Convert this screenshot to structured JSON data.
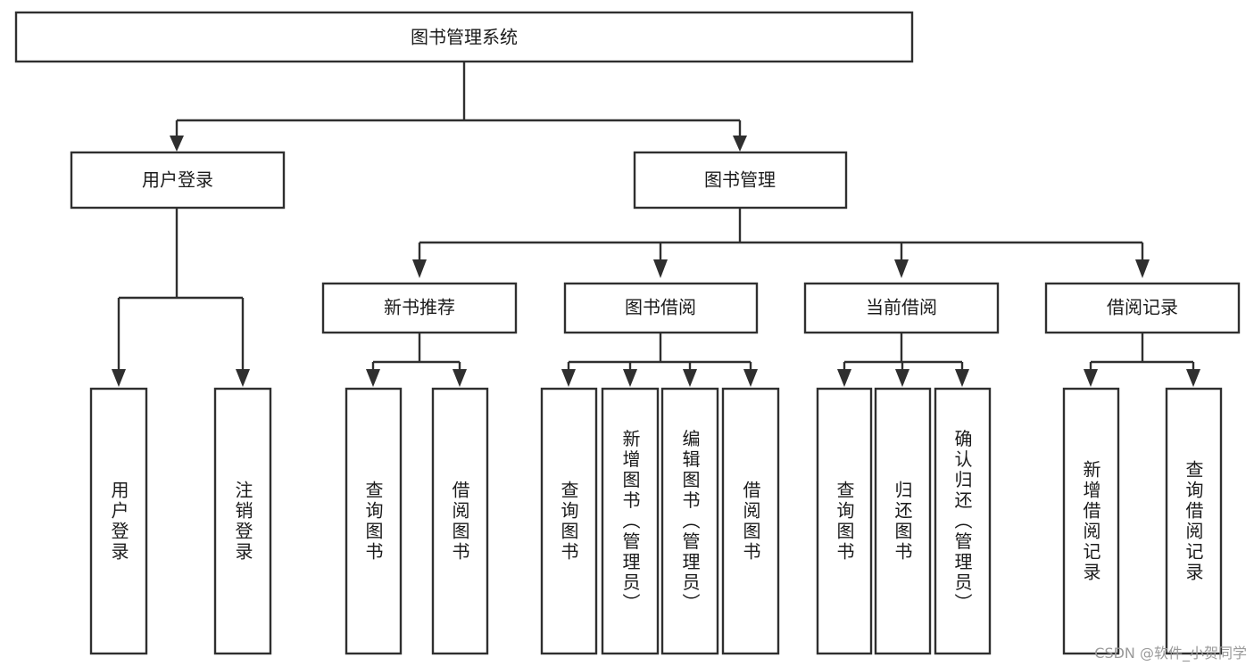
{
  "diagram": {
    "title": "图书管理系统",
    "type": "hierarchy-tree",
    "watermark": "CSDN @软件_小贺同学",
    "colors": {
      "stroke": "#2f2f2f",
      "fill": "#ffffff",
      "text": "#1b1b1b",
      "watermark": "#9a9a9a",
      "background": "#ffffff"
    },
    "levels": {
      "root": "图书管理系统",
      "level2": [
        "用户登录",
        "图书管理"
      ],
      "level3": [
        "新书推荐",
        "图书借阅",
        "当前借阅",
        "借阅记录"
      ]
    },
    "nodes": {
      "root": {
        "label": "图书管理系统"
      },
      "user_login": {
        "label": "用户登录"
      },
      "book_manage": {
        "label": "图书管理"
      },
      "new_book_rec": {
        "label": "新书推荐"
      },
      "book_borrow": {
        "label": "图书借阅"
      },
      "current_borrow": {
        "label": "当前借阅"
      },
      "borrow_record": {
        "label": "借阅记录"
      },
      "leaf_user_login": {
        "label": "用户登录"
      },
      "leaf_user_logout": {
        "label": "注销登录"
      },
      "leaf_rec_query_book": {
        "label": "查询图书"
      },
      "leaf_rec_borrow_book": {
        "label": "借阅图书"
      },
      "leaf_borrow_query_book": {
        "label": "查询图书"
      },
      "leaf_borrow_add_book": {
        "label": "新增图书（管理员）"
      },
      "leaf_borrow_edit_book": {
        "label": "编辑图书（管理员）"
      },
      "leaf_borrow_borrow_book": {
        "label": "借阅图书"
      },
      "leaf_cur_query_book": {
        "label": "查询图书"
      },
      "leaf_cur_return_book": {
        "label": "归还图书"
      },
      "leaf_cur_confirm_return": {
        "label": "确认归还（管理员）"
      },
      "leaf_rec_add_record": {
        "label": "新增借阅记录"
      },
      "leaf_rec_query_record": {
        "label": "查询借阅记录"
      }
    }
  }
}
